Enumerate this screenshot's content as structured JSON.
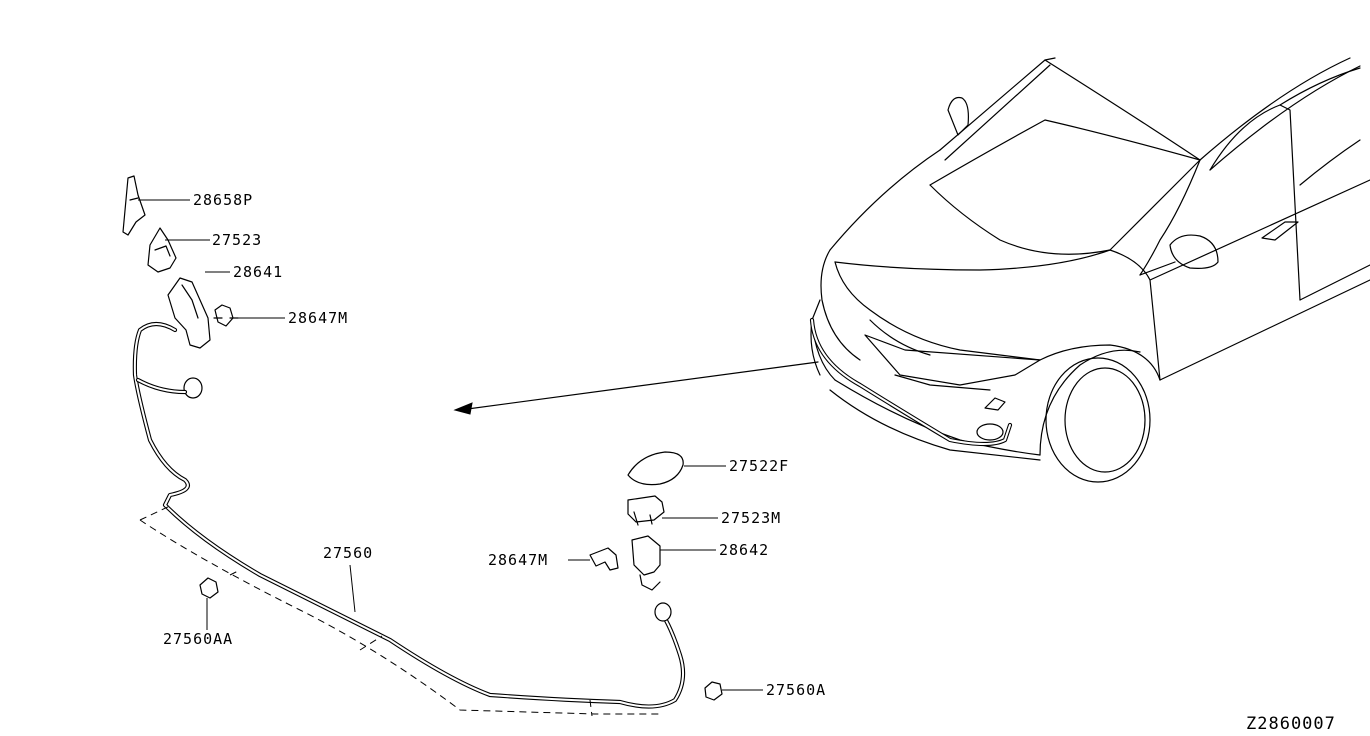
{
  "diagram": {
    "id": "Z2860007",
    "parts": [
      {
        "key": "p28658P",
        "number": "28658P"
      },
      {
        "key": "p27523",
        "number": "27523"
      },
      {
        "key": "p28641",
        "number": "28641"
      },
      {
        "key": "p28647M_left",
        "number": "28647M"
      },
      {
        "key": "p27560",
        "number": "27560"
      },
      {
        "key": "p27560AA",
        "number": "27560AA"
      },
      {
        "key": "p27522F",
        "number": "27522F"
      },
      {
        "key": "p27523M",
        "number": "27523M"
      },
      {
        "key": "p28642",
        "number": "28642"
      },
      {
        "key": "p28647M_right",
        "number": "28647M"
      },
      {
        "key": "p27560A",
        "number": "27560A"
      }
    ]
  }
}
